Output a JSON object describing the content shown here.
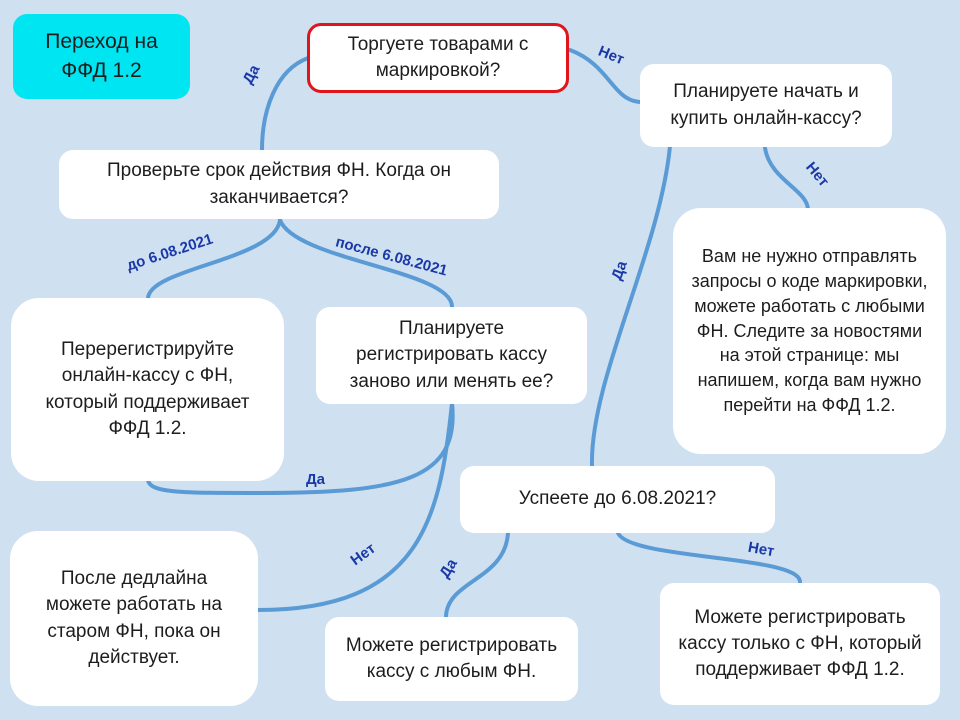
{
  "title": "Переход на ФФД 1.2",
  "nodes": {
    "q_marking": "Торгуете товарами с маркировкой?",
    "q_plan_buy": "Планируете начать и купить онлайн-кассу?",
    "no_need": "Вам не нужно отправлять запросы о коде маркировки, можете работать с любыми ФН. Следите за новостями на этой странице: мы напишем, когда вам нужно перейти на ФФД 1.2.",
    "q_fn_expiry": "Проверьте срок действия ФН. Когда он заканчивается?",
    "rereg": "Перерегистрируйте онлайн-кассу с ФН, который поддерживает ФФД 1.2.",
    "q_rereg_plan": "Планируете регистрировать кассу заново или менять ее?",
    "after_deadline": "После дедлайна можете работать на старом ФН, пока он действует.",
    "q_in_time": "Успеете до 6.08.2021?",
    "any_fn": "Можете регистрировать кассу с любым ФН.",
    "only_fn": "Можете регистрировать кассу только с ФН, который поддерживает ФФД 1.2."
  },
  "edge_labels": {
    "marking_yes": "Да",
    "marking_no": "Нет",
    "plan_no": "Нет",
    "plan_yes": "Да",
    "before": "до 6.08.2021",
    "after": "после 6.08.2021",
    "rereg_yes": "Да",
    "rereg_no": "Нет",
    "intime_yes": "Да",
    "intime_no": "Нет"
  },
  "colors": {
    "background": "#cfe0f1",
    "connector": "#5b9bd5",
    "root_border": "#e0151b",
    "title_fill": "#00e5f2",
    "label_text": "#1a39a8"
  }
}
